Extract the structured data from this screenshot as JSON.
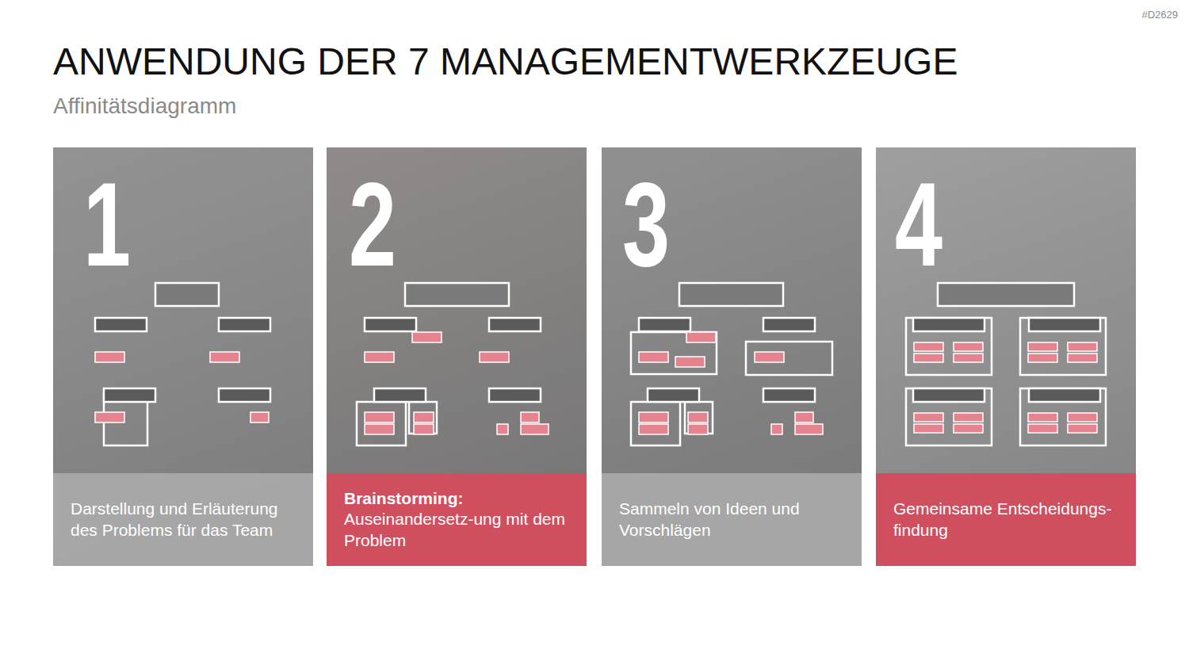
{
  "diagram": {
    "title": "ANWENDUNG DER 7 MANAGEMENTWERKZEUGE",
    "nodes": [
      {
        "text": [
          "1",
          "Darstellung und Erläuterung des Problems für das Team"
        ]
      },
      {
        "text": [
          "2",
          "Brainstorming:",
          "Auseinandersetz-ung mit dem Problem"
        ]
      },
      {
        "text": [
          "3",
          "Sammeln von Ideen und Vorschlägen"
        ]
      },
      {
        "text": [
          "4",
          "Gemeinsame Entscheidungs- findung"
        ]
      }
    ],
    "labels": [
      "Affinitätsdiagramm",
      "#D2629"
    ]
  }
}
